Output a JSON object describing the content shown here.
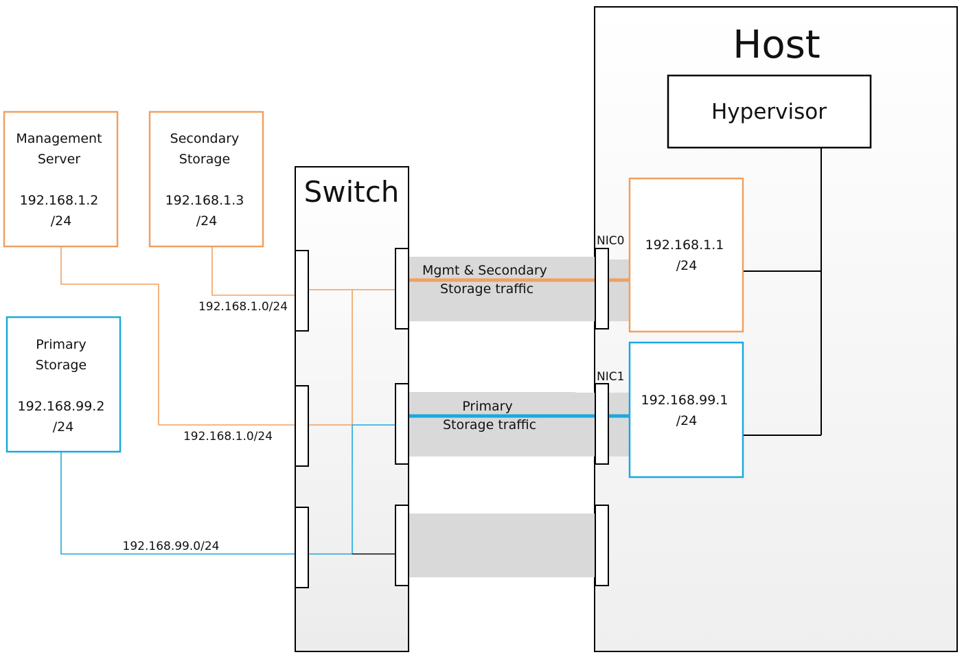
{
  "colors": {
    "management_network": "#f0a060",
    "storage_network": "#1aa8e0",
    "traffic_band": "#d9d9d9",
    "outline": "#000000"
  },
  "host": {
    "title": "Host"
  },
  "hypervisor": {
    "title": "Hypervisor"
  },
  "switch": {
    "title": "Switch"
  },
  "management_server": {
    "line1": "Management",
    "line2": "Server",
    "ip": "192.168.1.2",
    "mask": "/24"
  },
  "secondary_storage": {
    "line1": "Secondary",
    "line2": "Storage",
    "ip": "192.168.1.3",
    "mask": "/24"
  },
  "primary_storage": {
    "line1": "Primary",
    "line2": "Storage",
    "ip": "192.168.99.2",
    "mask": "/24"
  },
  "nic0": {
    "label": "NIC0",
    "ip": "192.168.1.1",
    "mask": "/24"
  },
  "nic1": {
    "label": "NIC1",
    "ip": "192.168.99.1",
    "mask": "/24"
  },
  "subnets": {
    "mgmt_upper": "192.168.1.0/24",
    "mgmt_lower": "192.168.1.0/24",
    "storage": "192.168.99.0/24"
  },
  "traffic": {
    "mgmt_line1": "Mgmt & Secondary",
    "mgmt_line2": "Storage traffic",
    "primary_line1": "Primary",
    "primary_line2": "Storage traffic"
  }
}
